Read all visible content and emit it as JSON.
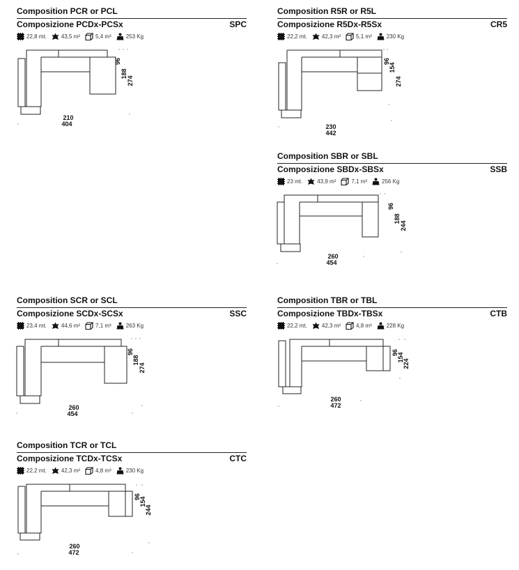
{
  "compositions": [
    {
      "title_en": "Composition PCR or PCL",
      "title_it": "Composizione PCDx-PCSx",
      "code": "SPC",
      "specs": {
        "fabric": "22,8 mt.",
        "leather": "43,5 m²",
        "volume": "5,4 m³",
        "weight": "253 Kg"
      },
      "dims": {
        "depth": "96",
        "mid": "188",
        "side": "274",
        "width_inner": "210",
        "width_total": "404"
      }
    },
    {
      "title_en": "Composition R5R or R5L",
      "title_it": "Composizione R5Dx-R5Sx",
      "code": "CR5",
      "specs": {
        "fabric": "22,2 mt.",
        "leather": "42,3 m²",
        "volume": "5,1 m³",
        "weight": "230 Kg"
      },
      "dims": {
        "depth": "96",
        "mid": "154",
        "side": "274",
        "width_inner": "230",
        "width_total": "442"
      }
    },
    {
      "title_en": "Composition SBR or SBL",
      "title_it": "Composizione SBDx-SBSx",
      "code": "SSB",
      "specs": {
        "fabric": "23 mt.",
        "leather": "43,9 m²",
        "volume": "7,1 m³",
        "weight": "256 Kg"
      },
      "dims": {
        "depth": "96",
        "mid": "188",
        "side": "244",
        "width_inner": "260",
        "width_total": "454"
      }
    },
    {
      "title_en": "Composition SCR or SCL",
      "title_it": "Composizione SCDx-SCSx",
      "code": "SSC",
      "specs": {
        "fabric": "23,4 mt.",
        "leather": "44,6 m²",
        "volume": "7,1 m³",
        "weight": "263 Kg"
      },
      "dims": {
        "depth": "96",
        "mid": "188",
        "side": "274",
        "width_inner": "260",
        "width_total": "454"
      }
    },
    {
      "title_en": "Composition TBR or TBL",
      "title_it": "Composizione TBDx-TBSx",
      "code": "CTB",
      "specs": {
        "fabric": "22,2 mt.",
        "leather": "42,3 m²",
        "volume": "4,8 m³",
        "weight": "228 Kg"
      },
      "dims": {
        "depth": "96",
        "mid": "154",
        "side": "224",
        "width_inner": "260",
        "width_total": "472"
      }
    },
    {
      "title_en": "Composition TCR or TCL",
      "title_it": "Composizione TCDx-TCSx",
      "code": "CTC",
      "specs": {
        "fabric": "22,2 mt.",
        "leather": "42,3 m²",
        "volume": "4,8 m³",
        "weight": "230 Kg"
      },
      "dims": {
        "depth": "96",
        "mid": "154",
        "side": "244",
        "width_inner": "260",
        "width_total": "472"
      }
    }
  ],
  "icons": {
    "fabric": "fabric-swatch-icon",
    "leather": "leather-hide-icon",
    "volume": "package-box-icon",
    "weight": "weight-icon"
  }
}
